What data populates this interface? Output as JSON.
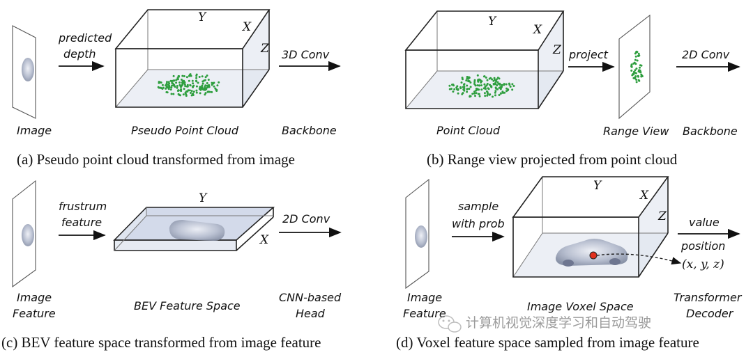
{
  "panel_a": {
    "arrow1_top": "predicted",
    "arrow1_bottom": "depth",
    "arrow2": "3D Conv",
    "axis_y": "Y",
    "axis_x": "X",
    "axis_z": "Z",
    "label_image": "Image",
    "label_space": "Pseudo Point Cloud",
    "label_head": "Backbone",
    "caption": "(a) Pseudo point cloud transformed from image"
  },
  "panel_b": {
    "arrow1": "project",
    "arrow2": "2D Conv",
    "axis_y": "Y",
    "axis_x": "X",
    "axis_z": "Z",
    "label_space": "Point Cloud",
    "label_view": "Range View",
    "label_head": "Backbone",
    "caption": "(b) Range view projected from point cloud"
  },
  "panel_c": {
    "arrow1_top": "frustrum",
    "arrow1_bottom": "feature",
    "arrow2": "2D Conv",
    "axis_y": "Y",
    "axis_x": "X",
    "label_image_1": "Image",
    "label_image_2": "Feature",
    "label_space": "BEV Feature Space",
    "label_head_1": "CNN-based",
    "label_head_2": "Head",
    "caption": "(c) BEV feature space transformed from image feature"
  },
  "panel_d": {
    "arrow1_top": "sample",
    "arrow1_bottom": "with prob",
    "arrow_value": "value",
    "label_position": "position",
    "coords": "(x, y, z)",
    "axis_y": "Y",
    "axis_x": "X",
    "axis_z": "Z",
    "label_image_1": "Image",
    "label_image_2": "Feature",
    "label_space": "Image Voxel Space",
    "label_head_1": "Transformer",
    "label_head_2": "Decoder",
    "caption": "(d) Voxel feature space sampled from image feature"
  },
  "watermark": "计算机视觉深度学习和自动驾驶",
  "colors": {
    "points": "#2e9e3e",
    "marker": "#e0301e",
    "face": "#dfe4ef"
  }
}
